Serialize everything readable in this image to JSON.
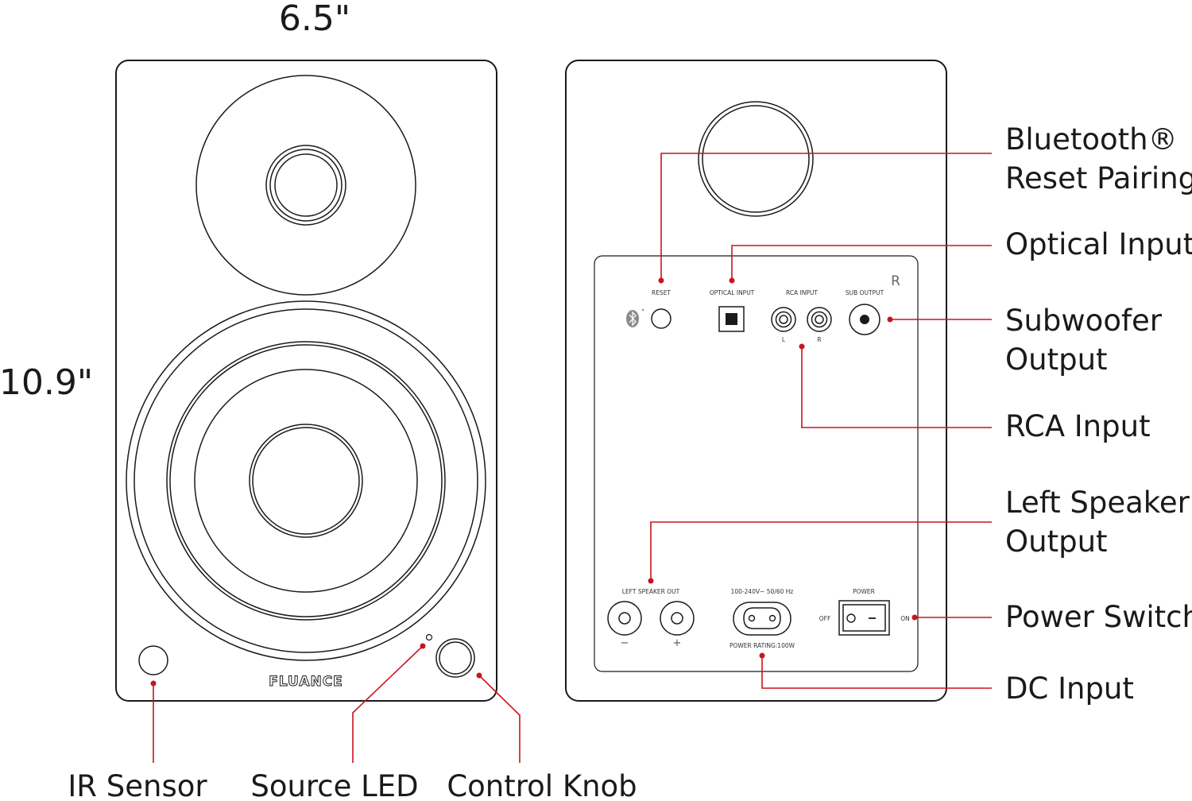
{
  "dimensions": {
    "width_label": "6.5\"",
    "height_label": "10.9\""
  },
  "front": {
    "brand": "FLUANCE"
  },
  "panel": {
    "corner_mark": "R",
    "labels": {
      "reset": "RESET",
      "optical": "OPTICAL INPUT",
      "rca": "RCA INPUT",
      "rca_left": "L",
      "rca_right": "R",
      "sub": "SUB OUTPUT",
      "left_speaker": "LEFT SPEAKER OUT",
      "minus": "−",
      "plus": "+",
      "voltage": "100-240V~ 50/60 Hz",
      "power_rating": "POWER RATING:100W",
      "power": "POWER",
      "off": "OFF",
      "on": "ON"
    }
  },
  "callouts": {
    "bluetooth_line1": "Bluetooth®",
    "bluetooth_line2": "Reset Pairing",
    "optical": "Optical Input",
    "sub_line1": "Subwoofer",
    "sub_line2": "Output",
    "rca": "RCA Input",
    "left_line1": "Left Speaker",
    "left_line2": "Output",
    "power": "Power Switch",
    "dc": "DC Input",
    "ir": "IR Sensor",
    "led": "Source LED",
    "knob": "Control Knob"
  },
  "colors": {
    "accent": "#c8141e",
    "line": "#1a1a1a"
  }
}
